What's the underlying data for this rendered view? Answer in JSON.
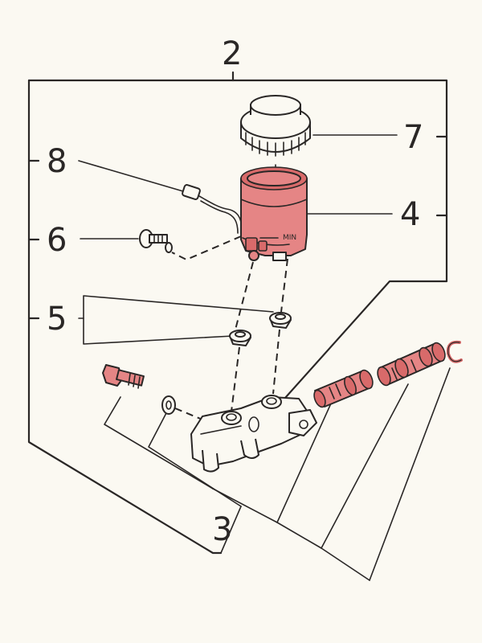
{
  "callouts": {
    "assembly": "2",
    "sub_parts": "3",
    "reservoir": "4",
    "grommets": "5",
    "screw": "6",
    "cap": "7",
    "sensor": "8"
  },
  "reservoir_marking": "MIN",
  "colors": {
    "line": "#2a2726",
    "highlight": "#e58585",
    "paper": "#fbf9f2"
  }
}
